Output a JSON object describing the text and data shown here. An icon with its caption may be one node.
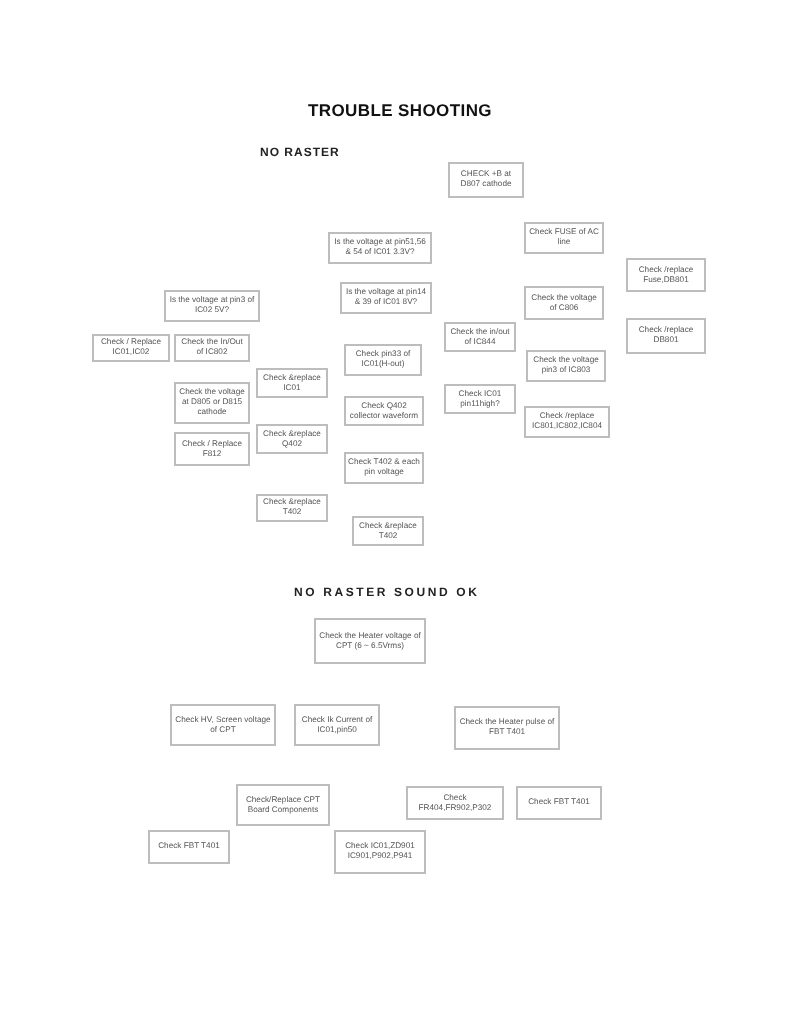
{
  "diagram": {
    "title": "TROUBLE SHOOTING",
    "nodes": [
      {
        "text": [
          "CHECK +B at D807 cathode"
        ]
      },
      {
        "text": [
          "Check FUSE of AC line"
        ]
      },
      {
        "text": [
          "Is the voltage at pin51,56 & 54 of IC01 3.3V?"
        ]
      },
      {
        "text": [
          "Check /replace Fuse,DB801"
        ]
      },
      {
        "text": [
          "Is the voltage at pin14 & 39 of IC01 8V?"
        ]
      },
      {
        "text": [
          "Check the voltage of C806"
        ]
      },
      {
        "text": [
          "Is the voltage at pin3 of IC02 5V?"
        ]
      },
      {
        "text": [
          "Check /replace DB801"
        ]
      },
      {
        "text": [
          "Check the in/out of IC844"
        ]
      },
      {
        "text": [
          "Check / Replace IC01,IC02"
        ]
      },
      {
        "text": [
          "Check the In/Out of IC802"
        ]
      },
      {
        "text": [
          "Check pin33 of IC01(H-out)"
        ]
      },
      {
        "text": [
          "Check the voltage pin3 of IC803"
        ]
      },
      {
        "text": [
          "Check &replace IC01"
        ]
      },
      {
        "text": [
          "Check the voltage at D805 or D815 cathode"
        ]
      },
      {
        "text": [
          "Check IC01 pin11high?"
        ]
      },
      {
        "text": [
          "Check Q402 collector waveform"
        ]
      },
      {
        "text": [
          "Check /replace IC801,IC802,IC804"
        ]
      },
      {
        "text": [
          "Check / Replace F812"
        ]
      },
      {
        "text": [
          "Check &replace Q402"
        ]
      },
      {
        "text": [
          "Check T402 & each pin voltage"
        ]
      },
      {
        "text": [
          "Check &replace T402"
        ]
      },
      {
        "text": [
          "Check &replace T402"
        ]
      },
      {
        "text": [
          "Check the Heater voltage of CPT (6 ~ 6.5Vrms)"
        ]
      },
      {
        "text": [
          "Check HV, Screen voltage of CPT"
        ]
      },
      {
        "text": [
          "Check Ik Current of IC01,pin50"
        ]
      },
      {
        "text": [
          "Check the Heater pulse of FBT T401"
        ]
      },
      {
        "text": [
          "Check/Replace CPT Board Components"
        ]
      },
      {
        "text": [
          "Check FR404,FR902,P302"
        ]
      },
      {
        "text": [
          "Check FBT T401"
        ]
      },
      {
        "text": [
          "Check FBT T401"
        ]
      },
      {
        "text": [
          "Check IC01,ZD901 IC901,P902,P941"
        ]
      }
    ],
    "labels": [
      "NO RASTER",
      "NO RASTER SOUND OK"
    ]
  }
}
